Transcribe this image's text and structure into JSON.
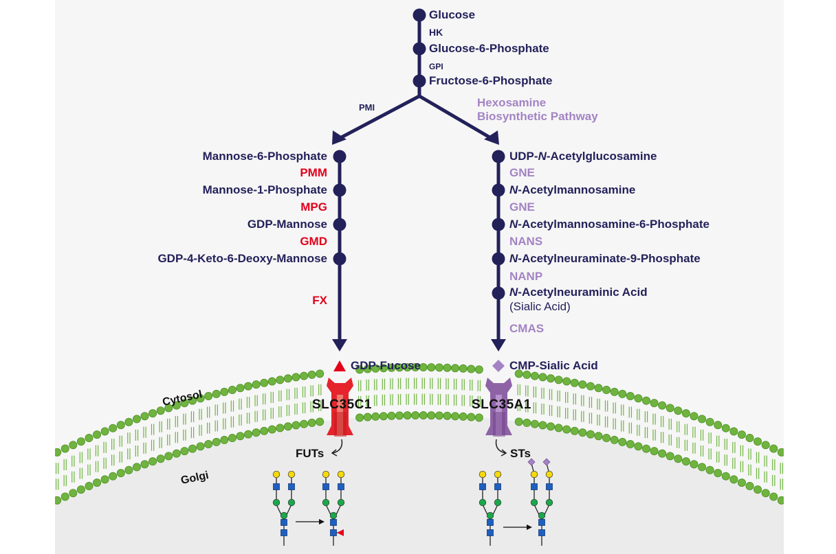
{
  "colors": {
    "pathway": "#23215a",
    "enzyme_fucose": "#e3001b",
    "enzyme_sialic": "#a383c4",
    "membrane": "#6fb43f",
    "golgi_bg": "#ebebeb"
  },
  "top": {
    "glucose": "Glucose",
    "hk": "HK",
    "g6p": "Glucose-6-Phosphate",
    "gpi": "GPI",
    "f6p": "Fructose-6-Phosphate",
    "pmi": "PMI",
    "hbp_line1": "Hexosamine",
    "hbp_line2": "Biosynthetic Pathway"
  },
  "fucose_branch": {
    "m6p": "Mannose-6-Phosphate",
    "pmm": "PMM",
    "m1p": "Mannose-1-Phosphate",
    "mpg": "MPG",
    "gdp_mannose": "GDP-Mannose",
    "gmd": "GMD",
    "gdp_keto": "GDP-4-Keto-6-Deoxy-Mannose",
    "fx": "FX",
    "product": "GDP-Fucose",
    "product_icon": "red-triangle-icon",
    "transporter": "SLC35C1",
    "enzymes": "FUTs"
  },
  "sialic_branch": {
    "udp_prefix": "UDP-",
    "n1": "N",
    "udp_suffix": "-Acetylglucosamine",
    "gne1": "GNE",
    "n2": "N",
    "manNAc": "-Acetylmannosamine",
    "gne2": "GNE",
    "n3": "N",
    "manNAc6p": "-Acetylmannosamine-6-Phosphate",
    "nans": "NANS",
    "n4": "N",
    "neu9p": "-Acetylneuraminate-9-Phosphate",
    "nanp": "NANP",
    "n5": "N",
    "neu": "-Acetylneuraminic Acid",
    "sialic_paren": "(Sialic Acid)",
    "cmas": "CMAS",
    "product": "CMP-Sialic Acid",
    "product_icon": "purple-diamond-icon",
    "transporter": "SLC35A1",
    "enzymes": "STs"
  },
  "compartments": {
    "cytosol": "Cytosol",
    "golgi": "Golgi"
  }
}
